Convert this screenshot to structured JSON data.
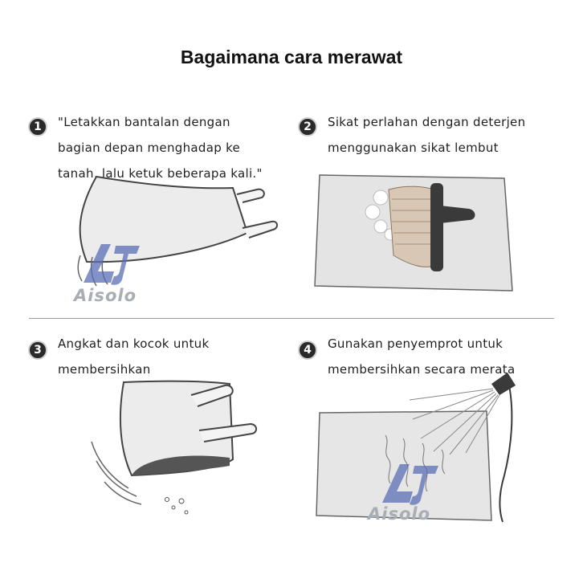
{
  "title": "Bagaimana cara merawat",
  "steps": [
    {
      "number": "1",
      "lines": [
        "\"Letakkan bantalan dengan",
        "bagian depan menghadap ke",
        "tanah, lalu ketuk beberapa kali.\""
      ]
    },
    {
      "number": "2",
      "lines": [
        "Sikat perlahan dengan deterjen",
        "menggunakan sikat lembut"
      ]
    },
    {
      "number": "3",
      "lines": [
        "Angkat dan kocok untuk",
        "membersihkan"
      ]
    },
    {
      "number": "4",
      "lines": [
        "Gunakan penyemprot untuk",
        "membersihkan secara merata"
      ]
    }
  ],
  "watermark": {
    "text": "Aisolo",
    "color": "#4a5fa8"
  },
  "colors": {
    "pad": "#ebebeb",
    "mat": "#e6e6e6",
    "outline": "#444444",
    "brush_head": "#3a3a3a"
  }
}
